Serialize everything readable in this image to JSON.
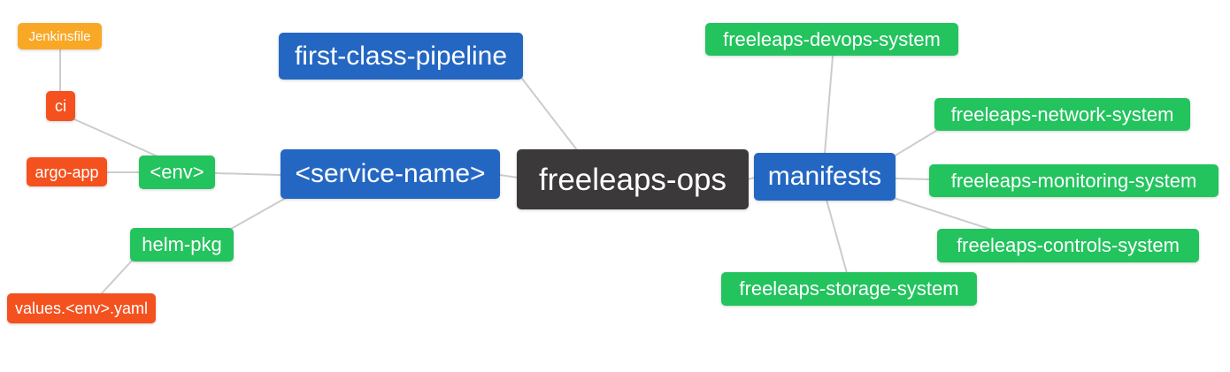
{
  "diagram": {
    "type": "mindmap",
    "root_label": "freeleaps-ops",
    "palette": {
      "root-color": "#3B3939",
      "branch-color": "#2467C2",
      "green": "#23C35E",
      "red": "#F4511E",
      "orange": "#F9A826",
      "edge": "#CCCCCC",
      "text": "#FFFFFF"
    },
    "nodes": [
      {
        "id": "jenkinsfile",
        "label": "Jenkinsfile",
        "color": "orange"
      },
      {
        "id": "ci",
        "label": "ci",
        "color": "red"
      },
      {
        "id": "argo-app",
        "label": "argo-app",
        "color": "red"
      },
      {
        "id": "env",
        "label": "<env>",
        "color": "green"
      },
      {
        "id": "helm-pkg",
        "label": "helm-pkg",
        "color": "green"
      },
      {
        "id": "values-env-yaml",
        "label": "values.<env>.yaml",
        "color": "red"
      },
      {
        "id": "first-class-pipeline",
        "label": "first-class-pipeline",
        "color": "blue"
      },
      {
        "id": "service-name",
        "label": "<service-name>",
        "color": "blue"
      },
      {
        "id": "freeleaps-ops",
        "label": "freeleaps-ops",
        "color": "dark"
      },
      {
        "id": "manifests",
        "label": "manifests",
        "color": "blue"
      },
      {
        "id": "freeleaps-devops-system",
        "label": "freeleaps-devops-system",
        "color": "green"
      },
      {
        "id": "freeleaps-network-system",
        "label": "freeleaps-network-system",
        "color": "green"
      },
      {
        "id": "freeleaps-monitoring-system",
        "label": "freeleaps-monitoring-system",
        "color": "green"
      },
      {
        "id": "freeleaps-controls-system",
        "label": "freeleaps-controls-system",
        "color": "green"
      },
      {
        "id": "freeleaps-storage-system",
        "label": "freeleaps-storage-system",
        "color": "green"
      }
    ],
    "edges": [
      {
        "from": "jenkinsfile",
        "to": "ci"
      },
      {
        "from": "ci",
        "to": "env"
      },
      {
        "from": "argo-app",
        "to": "env"
      },
      {
        "from": "env",
        "to": "service-name"
      },
      {
        "from": "service-name",
        "to": "helm-pkg"
      },
      {
        "from": "helm-pkg",
        "to": "values-env-yaml"
      },
      {
        "from": "first-class-pipeline",
        "to": "freeleaps-ops"
      },
      {
        "from": "service-name",
        "to": "freeleaps-ops"
      },
      {
        "from": "freeleaps-ops",
        "to": "manifests"
      },
      {
        "from": "manifests",
        "to": "freeleaps-devops-system"
      },
      {
        "from": "manifests",
        "to": "freeleaps-network-system"
      },
      {
        "from": "manifests",
        "to": "freeleaps-monitoring-system"
      },
      {
        "from": "manifests",
        "to": "freeleaps-controls-system"
      },
      {
        "from": "manifests",
        "to": "freeleaps-storage-system"
      }
    ]
  }
}
